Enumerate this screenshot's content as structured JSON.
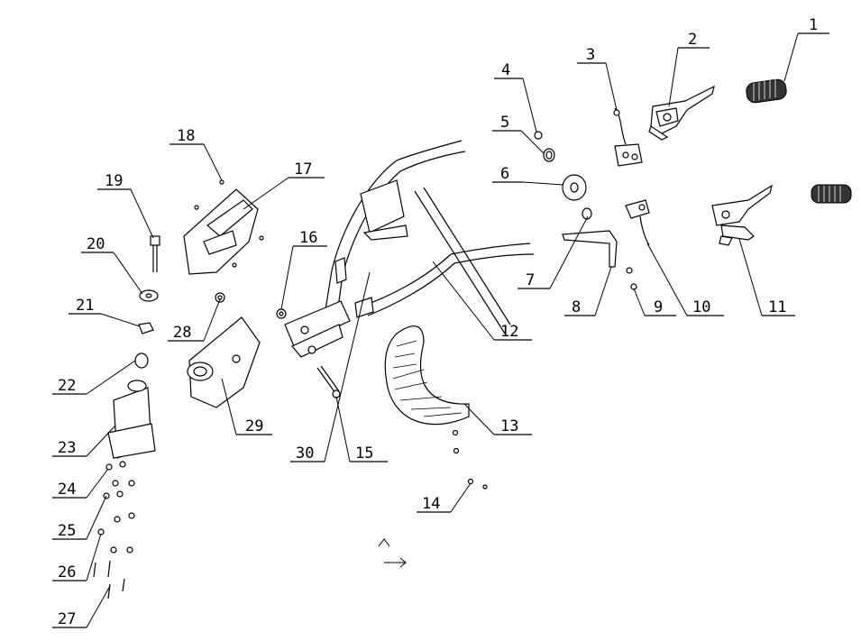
{
  "diagram": {
    "callouts": [
      {
        "id": "1",
        "label": "1"
      },
      {
        "id": "2",
        "label": "2"
      },
      {
        "id": "3",
        "label": "3"
      },
      {
        "id": "4",
        "label": "4"
      },
      {
        "id": "5",
        "label": "5"
      },
      {
        "id": "6",
        "label": "6"
      },
      {
        "id": "7",
        "label": "7"
      },
      {
        "id": "8",
        "label": "8"
      },
      {
        "id": "9",
        "label": "9"
      },
      {
        "id": "10",
        "label": "10"
      },
      {
        "id": "11",
        "label": "11"
      },
      {
        "id": "12",
        "label": "12"
      },
      {
        "id": "13",
        "label": "13"
      },
      {
        "id": "14",
        "label": "14"
      },
      {
        "id": "15",
        "label": "15"
      },
      {
        "id": "16",
        "label": "16"
      },
      {
        "id": "17",
        "label": "17"
      },
      {
        "id": "18",
        "label": "18"
      },
      {
        "id": "19",
        "label": "19"
      },
      {
        "id": "20",
        "label": "20"
      },
      {
        "id": "21",
        "label": "21"
      },
      {
        "id": "22",
        "label": "22"
      },
      {
        "id": "23",
        "label": "23"
      },
      {
        "id": "24",
        "label": "24"
      },
      {
        "id": "25",
        "label": "25"
      },
      {
        "id": "26",
        "label": "26"
      },
      {
        "id": "27",
        "label": "27"
      },
      {
        "id": "28",
        "label": "28"
      },
      {
        "id": "29",
        "label": "29"
      },
      {
        "id": "30",
        "label": "30"
      }
    ],
    "orientation_icons": [
      "up-chevron-icon",
      "right-arrow-icon"
    ]
  }
}
